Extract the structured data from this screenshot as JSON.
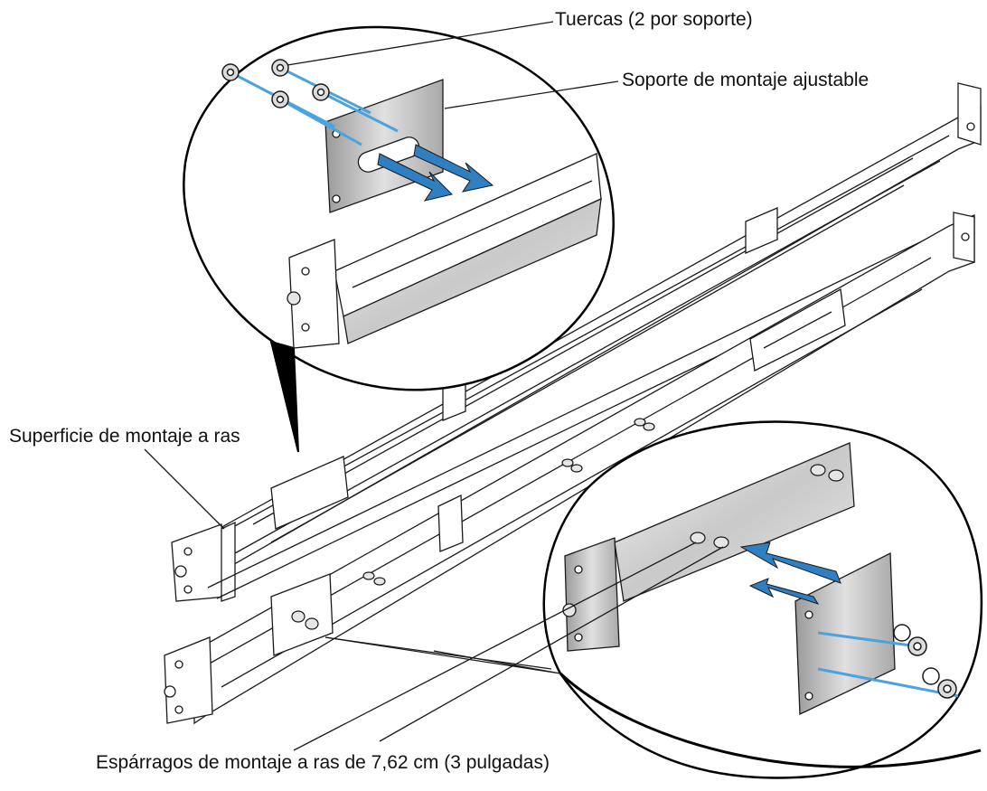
{
  "labels": {
    "nuts": "Tuercas (2 por soporte)",
    "adjustable_bracket": "Soporte de montaje ajustable",
    "flush_surface": "Superficie de montaje a ras",
    "studs": "Espárragos de montaje a ras de 7,62 cm (3 pulgadas)"
  },
  "colors": {
    "line": "#1a1a1a",
    "metal": "#d9d9d9",
    "metal_dark": "#a8a8a8",
    "arrow_blue": "#2f7fc2",
    "rod_blue": "#4aa3df"
  }
}
